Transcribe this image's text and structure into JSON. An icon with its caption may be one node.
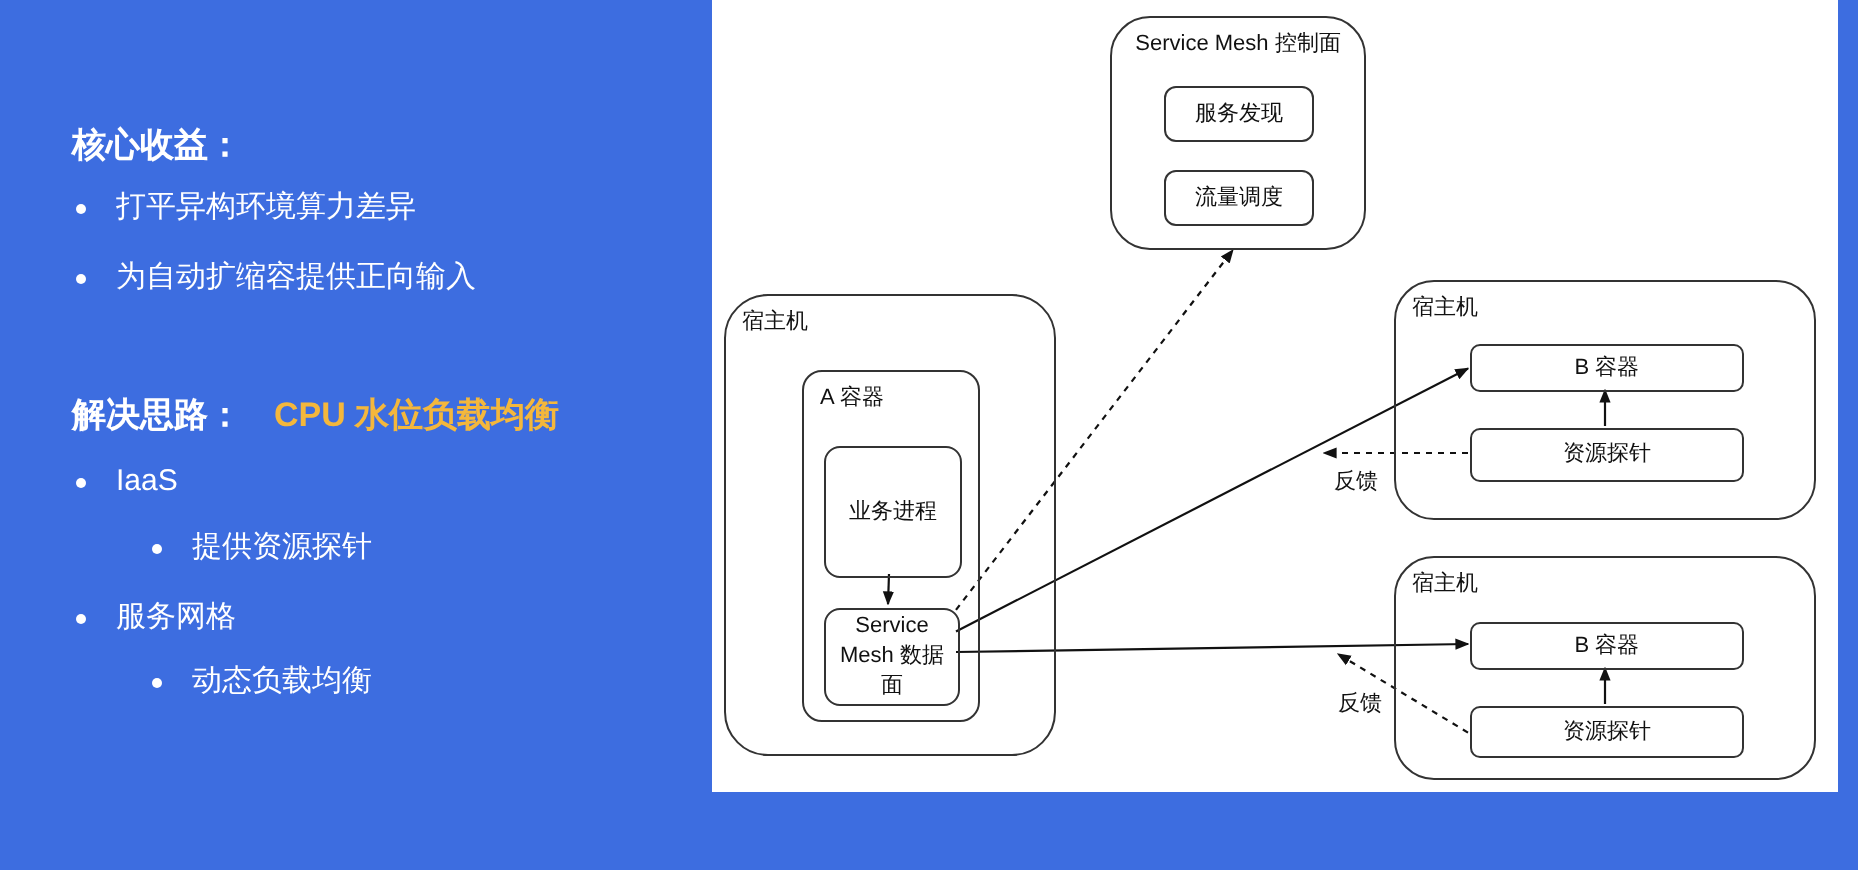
{
  "diagram": {
    "nodes": [
      {
        "text": [
          "Service Mesh 控制面"
        ]
      },
      {
        "text": [
          "服务发现"
        ],
        "in": 0
      },
      {
        "text": [
          "流量调度"
        ],
        "in": 0
      },
      {
        "text": [
          "宿主机"
        ]
      },
      {
        "text": [
          "A 容器"
        ],
        "in": 3
      },
      {
        "text": [
          "业务进程"
        ],
        "in": 4
      },
      {
        "text": [
          "Service Mesh 数据面"
        ],
        "in": 4
      },
      {
        "text": [
          "宿主机"
        ]
      },
      {
        "text": [
          "B 容器"
        ],
        "in": 7
      },
      {
        "text": [
          "资源探针"
        ],
        "in": 7
      },
      {
        "text": [
          "宿主机"
        ]
      },
      {
        "text": [
          "B 容器"
        ],
        "in": 10
      },
      {
        "text": [
          "资源探针"
        ],
        "in": 10
      }
    ],
    "edges": [
      {
        "from": 5,
        "to": 6,
        "arrow": "to"
      },
      {
        "from": 6,
        "to": 0,
        "arrow": "to",
        "style": "dashed"
      },
      {
        "from": 6,
        "to": 8,
        "arrow": "to"
      },
      {
        "from": 6,
        "to": 11,
        "arrow": "to"
      },
      {
        "from": 9,
        "to": 8,
        "arrow": "to"
      },
      {
        "from": 9,
        "to": null,
        "arrow": "to",
        "style": "dashed",
        "label": "反馈"
      },
      {
        "from": 12,
        "to": 11,
        "arrow": "to"
      },
      {
        "from": 12,
        "to": null,
        "arrow": "to",
        "style": "dashed",
        "label": "反馈"
      }
    ],
    "labels": [
      "核心收益：",
      "打平异构环境算力差异",
      "为自动扩缩容提供正向输入",
      "解决思路：",
      "CPU 水位负载均衡",
      "IaaS",
      "提供资源探针",
      "服务网格",
      "动态负载均衡"
    ]
  }
}
